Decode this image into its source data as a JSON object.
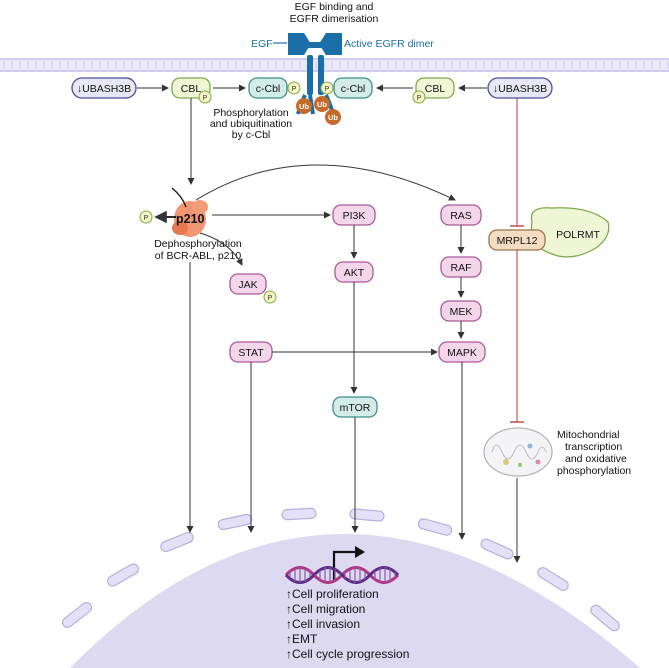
{
  "receptor": {
    "title_line1": "EGF binding and",
    "title_line2": "EGFR dimerisation",
    "egf_label": "EGF",
    "dimer_label": "Active EGFR dimer"
  },
  "left_pathway": {
    "ubash3b": "↓UBASH3B",
    "cbl": "CBL",
    "c_cbl": "c-Cbl",
    "p": "P"
  },
  "right_pathway": {
    "ubash3b": "↓UBASH3B",
    "cbl": "CBL",
    "c_cbl": "c-Cbl",
    "p": "P"
  },
  "ubiquitin": {
    "ub1": "Ub",
    "ub2": "Ub",
    "ub3": "Ub",
    "caption_line1": "Phosphorylation",
    "caption_line2": "and ubiquitination",
    "caption_line3": "by c-Cbl"
  },
  "bcr_abl": {
    "label": "p210",
    "p": "P",
    "caption_line1": "Dephosphorylation",
    "caption_line2": "of BCR-ABL, p210"
  },
  "nodes": {
    "pi3k": "PI3K",
    "akt": "AKT",
    "mtor": "mTOR",
    "jak": "JAK",
    "jak_p": "P",
    "stat": "STAT",
    "ras": "RAS",
    "raf": "RAF",
    "mek": "MEK",
    "mapk": "MAPK",
    "mrpl12": "MRPL12",
    "polrmt": "POLRMT"
  },
  "mitochondria": {
    "line1": "Mitochondrial",
    "line2": "transcription",
    "line3": "and oxidative",
    "line4": "phosphorylation"
  },
  "outcomes": [
    "↑Cell proliferation",
    "↑Cell migration",
    "↑Cell invasion",
    "↑EMT",
    "↑Cell cycle progression"
  ],
  "colors": {
    "membrane": "#c9c3ea",
    "nucleus": "#ddd9f1",
    "egfr": "#1b6fa8",
    "blue_text": "#1b6fa8",
    "pink_box": "#f4d6ea",
    "pink_border": "#a9599a",
    "teal_box": "#d4ece8",
    "teal_border": "#3f8f86",
    "green_box": "#eef6d6",
    "green_border": "#7fa94a",
    "ubash_box": "#e7e7f5",
    "ubash_border": "#4a4e93",
    "ub": "#c46a2b",
    "p_circle": "#f6f3c4",
    "mrpl12_box": "#f3dcc3",
    "mrpl12_border": "#9a7351",
    "inhibition": "#c64a4a",
    "bcr_abl": "#ee8b63",
    "dna_pink": "#b33683",
    "dna_purple": "#5a2c87"
  }
}
